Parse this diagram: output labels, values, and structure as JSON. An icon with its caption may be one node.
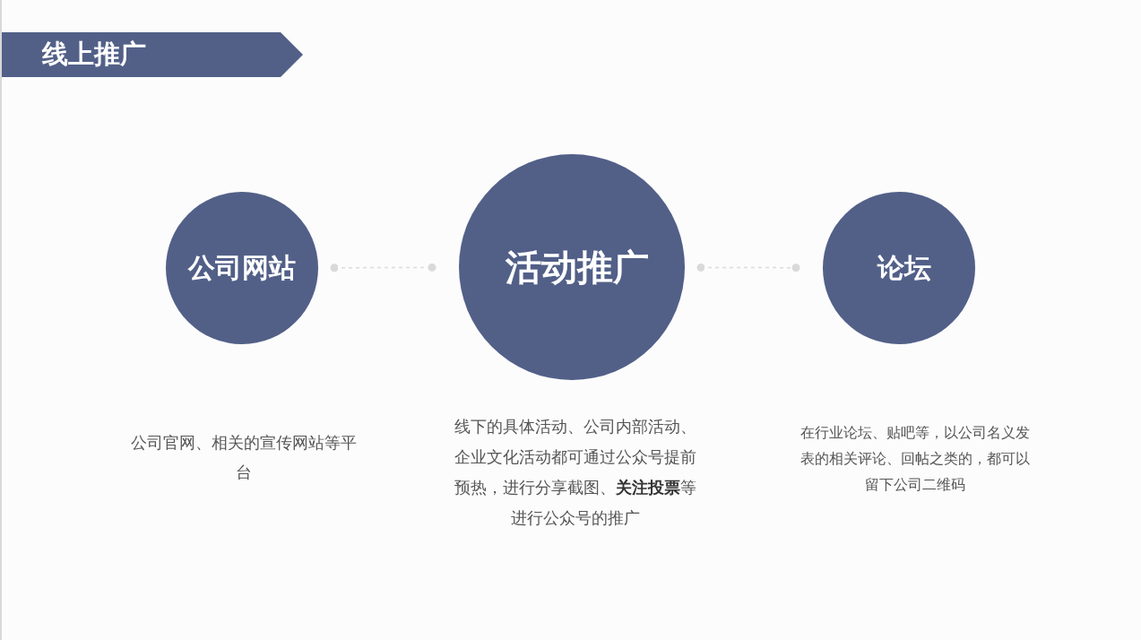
{
  "diagram": {
    "title": "线上推广",
    "nodes": [
      {
        "text": [
          "公司网站"
        ]
      },
      {
        "text": [
          "活动推广"
        ]
      },
      {
        "text": [
          "论坛"
        ]
      }
    ],
    "edges": [
      {
        "from": 0,
        "to": 1,
        "arrow": "other",
        "style": "dashed"
      },
      {
        "from": 1,
        "to": 2,
        "arrow": "other",
        "style": "dashed"
      }
    ],
    "labels": [
      "公司官网、相关的宣传网站等平台",
      "线下的具体活动、公司内部活动、企业文化活动都可通过公众号提前预热，进行分享截图、**关注投票**等进行公众号的推广",
      "在行业论坛、贴吧等，以公司名义发表的相关评论、回帖之类的，都可以留下公司二维码"
    ]
  }
}
